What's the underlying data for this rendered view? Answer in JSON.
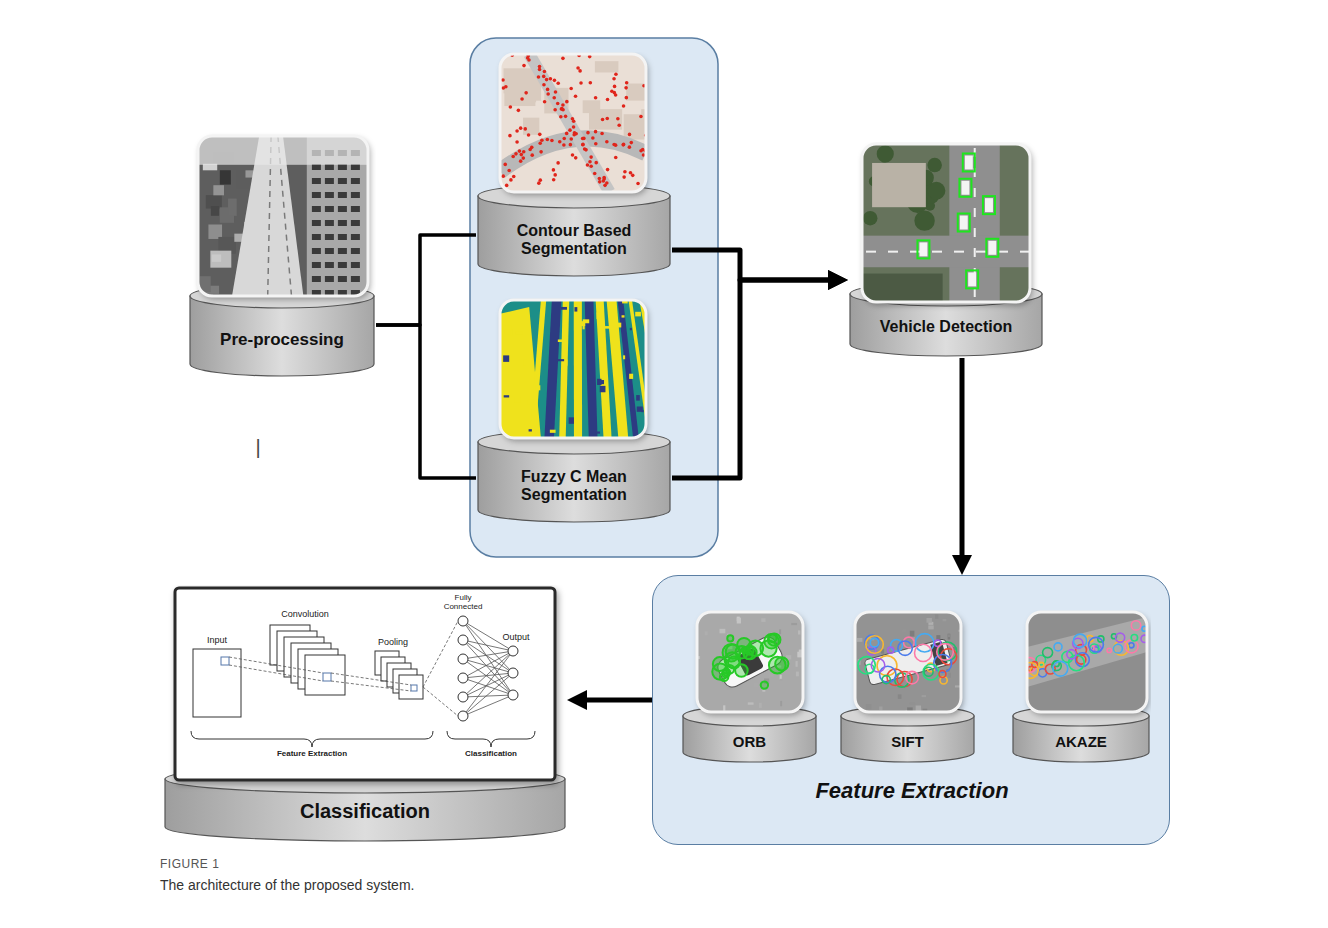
{
  "diagram": {
    "caption": "The architecture of the proposed system.",
    "nodes": [
      {
        "text": [
          "Pre-processing"
        ]
      },
      {
        "text": [
          "Contour Based Segmentation"
        ]
      },
      {
        "text": [
          "Fuzzy C Mean Segmentation"
        ]
      },
      {
        "text": [
          "Vehicle Detection"
        ]
      },
      {
        "text": [
          "Feature Extraction"
        ]
      },
      {
        "text": [
          "ORB"
        ],
        "in": 4
      },
      {
        "text": [
          "SIFT"
        ],
        "in": 4
      },
      {
        "text": [
          "AKAZE"
        ],
        "in": 4
      },
      {
        "text": [
          "Classification"
        ]
      }
    ],
    "edges": [
      {
        "from": 0,
        "to": 1,
        "arrow": "none"
      },
      {
        "from": 0,
        "to": 2,
        "arrow": "none"
      },
      {
        "from": 1,
        "to": 3,
        "arrow": "to"
      },
      {
        "from": 2,
        "to": 3,
        "arrow": "to"
      },
      {
        "from": 3,
        "to": 4,
        "arrow": "to"
      },
      {
        "from": 4,
        "to": 8,
        "arrow": "to"
      }
    ],
    "labels": [
      "|",
      "Input",
      "Convolution",
      "Pooling",
      "Fully Connected",
      "Output",
      "Feature Extraction",
      "Classification",
      "FIGURE 1"
    ]
  }
}
